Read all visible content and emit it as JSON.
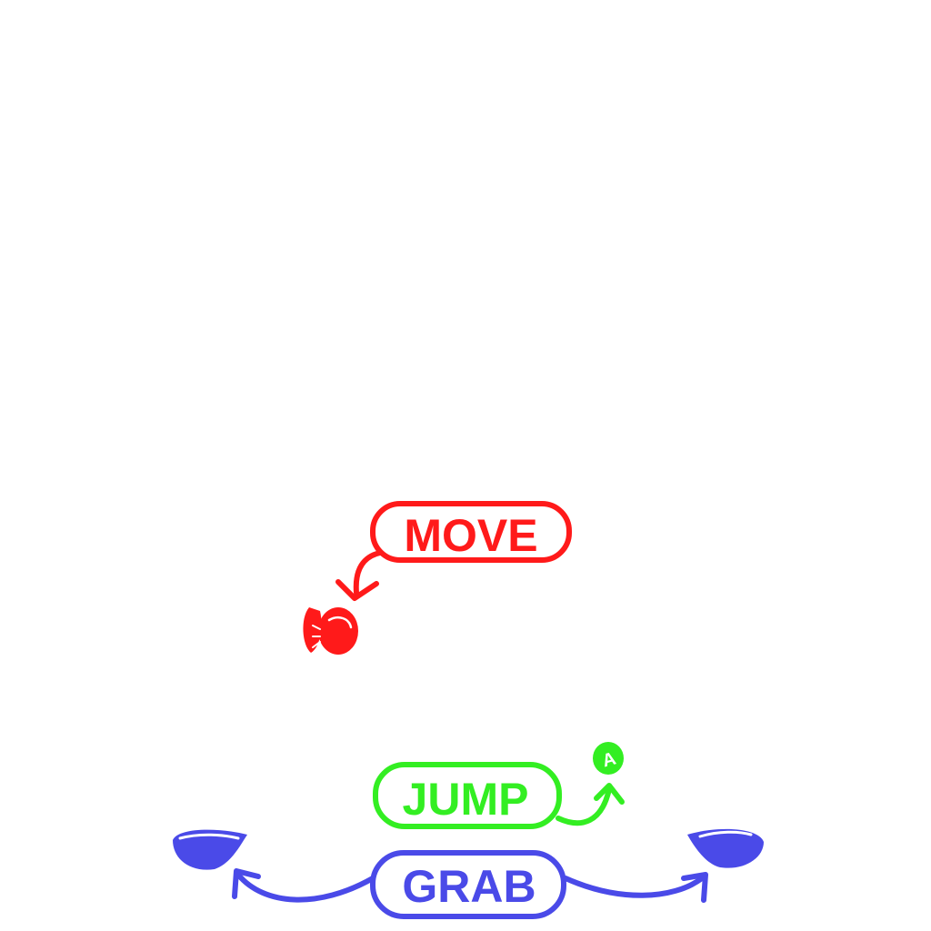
{
  "controls": {
    "move": {
      "label": "MOVE",
      "color": "#ff1a1a",
      "icon": "thumbstick-icon"
    },
    "jump": {
      "label": "JUMP",
      "color": "#33ee22",
      "icon": "a-button-icon",
      "button_letter": "A"
    },
    "grab": {
      "label": "GRAB",
      "color": "#4a4ae8",
      "icon": "trigger-icon"
    }
  }
}
